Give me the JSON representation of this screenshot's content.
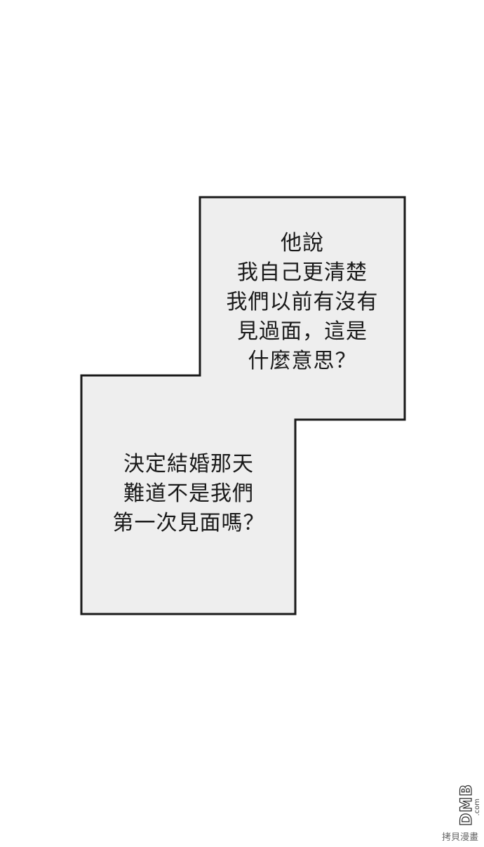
{
  "panel": {
    "fill_color": "#eeeeee",
    "border_color": "#1a1a1a",
    "background_color": "#ffffff"
  },
  "captions": {
    "top": [
      "他說",
      "我自己更清楚",
      "我們以前有沒有",
      "見過面，這是",
      "什麼意思？"
    ],
    "bottom": [
      "決定結婚那天",
      "難道不是我們",
      "第一次見面嗎？"
    ]
  },
  "watermark": {
    "logo": "DMB",
    "dotcom": ".com",
    "sub": "拷貝漫畫"
  }
}
